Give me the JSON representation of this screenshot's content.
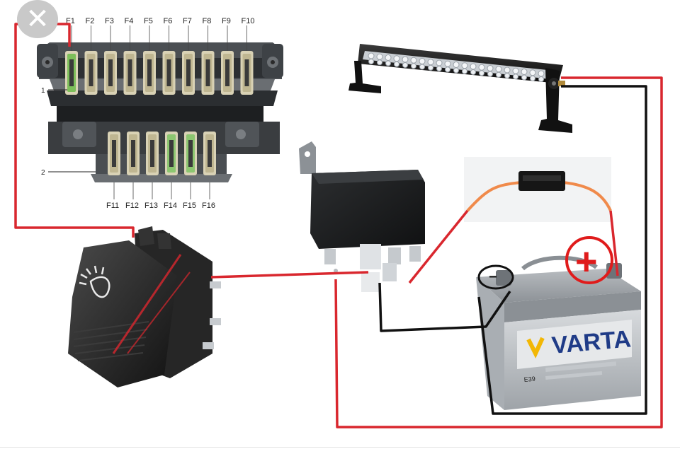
{
  "close_button": {
    "icon": "close-icon",
    "glyph": "✕"
  },
  "fuse_box": {
    "top_labels": [
      "F1",
      "F2",
      "F3",
      "F4",
      "F5",
      "F6",
      "F7",
      "F8",
      "F9",
      "F10"
    ],
    "bottom_labels": [
      "F11",
      "F12",
      "F13",
      "F14",
      "F15",
      "F16"
    ],
    "row_markers": [
      "1",
      "2"
    ]
  },
  "battery": {
    "brand": "VARTA",
    "model_code": "E39",
    "positive_symbol": "+",
    "negative_symbol": "−"
  },
  "switch": {
    "icon": "headlight-icon"
  },
  "colors": {
    "positive_wire": "#d9272e",
    "ground_wire": "#111111",
    "fuse_wire": "#f08a4b",
    "annotation_red": "#e01b1b"
  }
}
